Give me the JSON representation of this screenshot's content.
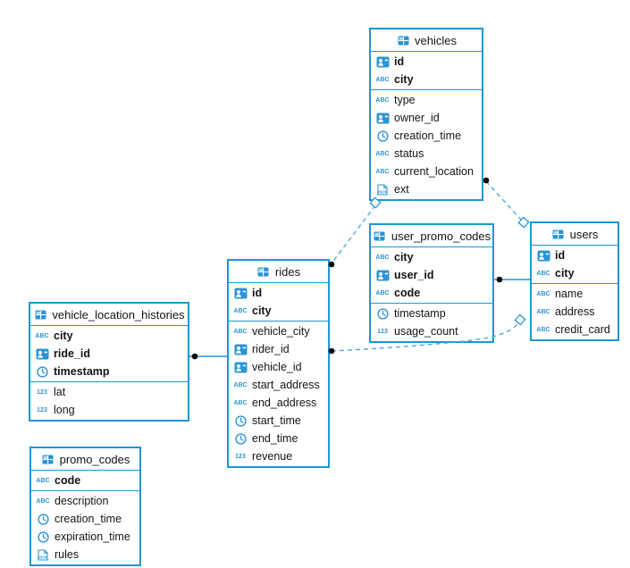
{
  "diagram": {
    "accent_blue": "#1e96d6",
    "icon_blue": "#2a94d6",
    "dashed_line_blue": "#4fa8de",
    "solid_line_blue": "#1e96d6",
    "connector_dot_color": "#0a0a0a",
    "diamond_fill": "#ffffff",
    "text_color": "#141414"
  },
  "icon_glyphs": {
    "string": "ABC",
    "numeric": "123",
    "json": "JSON"
  },
  "tables": [
    {
      "name": "vehicles",
      "columns": [
        {
          "label": "id",
          "type": "id",
          "key": true
        },
        {
          "label": "city",
          "type": "string",
          "key": true
        },
        {
          "label": "type",
          "type": "string",
          "key": false
        },
        {
          "label": "owner_id",
          "type": "id",
          "key": false
        },
        {
          "label": "creation_time",
          "type": "timestamp",
          "key": false
        },
        {
          "label": "status",
          "type": "string",
          "key": false
        },
        {
          "label": "current_location",
          "type": "string",
          "key": false
        },
        {
          "label": "ext",
          "type": "json",
          "key": false
        }
      ]
    },
    {
      "name": "user_promo_codes",
      "columns": [
        {
          "label": "city",
          "type": "string",
          "key": true
        },
        {
          "label": "user_id",
          "type": "id",
          "key": true
        },
        {
          "label": "code",
          "type": "string",
          "key": true
        },
        {
          "label": "timestamp",
          "type": "timestamp",
          "key": false
        },
        {
          "label": "usage_count",
          "type": "numeric",
          "key": false
        }
      ]
    },
    {
      "name": "users",
      "columns": [
        {
          "label": "id",
          "type": "id",
          "key": true
        },
        {
          "label": "city",
          "type": "string",
          "key": true
        },
        {
          "label": "name",
          "type": "string",
          "key": false
        },
        {
          "label": "address",
          "type": "string",
          "key": false
        },
        {
          "label": "credit_card",
          "type": "string",
          "key": false
        }
      ]
    },
    {
      "name": "rides",
      "columns": [
        {
          "label": "id",
          "type": "id",
          "key": true
        },
        {
          "label": "city",
          "type": "string",
          "key": true
        },
        {
          "label": "vehicle_city",
          "type": "string",
          "key": false
        },
        {
          "label": "rider_id",
          "type": "id",
          "key": false
        },
        {
          "label": "vehicle_id",
          "type": "id",
          "key": false
        },
        {
          "label": "start_address",
          "type": "string",
          "key": false
        },
        {
          "label": "end_address",
          "type": "string",
          "key": false
        },
        {
          "label": "start_time",
          "type": "timestamp",
          "key": false
        },
        {
          "label": "end_time",
          "type": "timestamp",
          "key": false
        },
        {
          "label": "revenue",
          "type": "numeric",
          "key": false
        }
      ]
    },
    {
      "name": "vehicle_location_histories",
      "columns": [
        {
          "label": "city",
          "type": "string",
          "key": true
        },
        {
          "label": "ride_id",
          "type": "id",
          "key": true
        },
        {
          "label": "timestamp",
          "type": "timestamp",
          "key": true
        },
        {
          "label": "lat",
          "type": "numeric",
          "key": false
        },
        {
          "label": "long",
          "type": "numeric",
          "key": false
        }
      ]
    },
    {
      "name": "promo_codes",
      "columns": [
        {
          "label": "code",
          "type": "string",
          "key": true
        },
        {
          "label": "description",
          "type": "string",
          "key": false
        },
        {
          "label": "creation_time",
          "type": "timestamp",
          "key": false
        },
        {
          "label": "expiration_time",
          "type": "timestamp",
          "key": false
        },
        {
          "label": "rules",
          "type": "json",
          "key": false
        }
      ]
    }
  ],
  "relationships": [
    {
      "from": "rides",
      "to": "vehicles",
      "style": "dashed"
    },
    {
      "from": "vehicles",
      "to": "users",
      "style": "dashed"
    },
    {
      "from": "rides",
      "to": "users",
      "style": "dashed"
    },
    {
      "from": "user_promo_codes",
      "to": "users",
      "style": "solid"
    },
    {
      "from": "vehicle_location_histories",
      "to": "rides",
      "style": "solid"
    }
  ]
}
